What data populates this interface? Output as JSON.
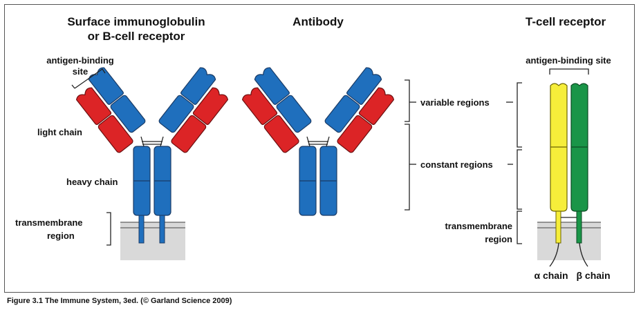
{
  "titles": {
    "bcr_line1": "Surface immunoglobulin",
    "bcr_line2": "or B-cell receptor",
    "antibody": "Antibody",
    "tcr": "T-cell receptor"
  },
  "labels": {
    "antigen_site_line1": "antigen-binding",
    "antigen_site_line2": "site",
    "light_chain": "light chain",
    "heavy_chain": "heavy chain",
    "transmembrane_line1": "transmembrane",
    "transmembrane_line2": "region",
    "variable_regions": "variable regions",
    "constant_regions": "constant regions",
    "tcr_antigen_site": "antigen-binding site",
    "tcr_transmembrane_line1": "transmembrane",
    "tcr_transmembrane_line2": "region",
    "alpha_chain": "α chain",
    "beta_chain": "β chain"
  },
  "caption": "Figure 3.1  The Immune System, 3ed. (© Garland Science 2009)",
  "colors": {
    "heavy": "#1f6fbd",
    "light": "#dc2426",
    "alpha": "#f6ee3a",
    "beta": "#1a9548",
    "membrane": "#d9d9d9",
    "membrane_line": "#888888"
  }
}
